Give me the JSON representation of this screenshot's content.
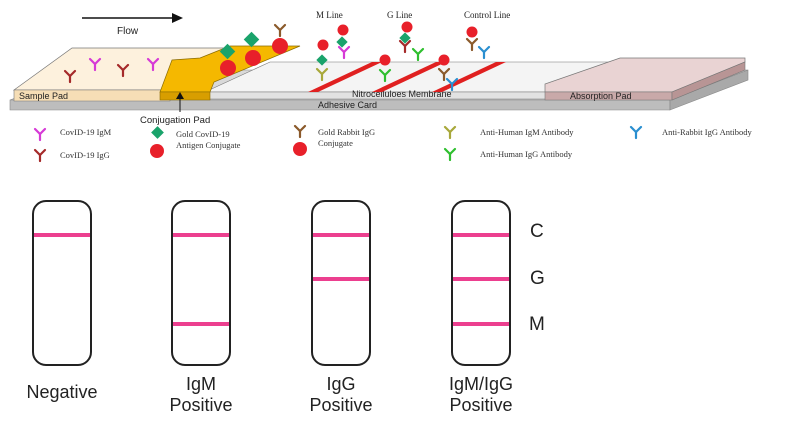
{
  "diagram": {
    "flow_label": "Flow",
    "pads": {
      "sample": "Sample Pad",
      "conjugation": "Conjugation Pad",
      "membrane": "Nitrocelluloes Membrane",
      "adhesive": "Adhesive Card",
      "absorption": "Absorption Pad"
    },
    "lines": {
      "m": "M Line",
      "g": "G Line",
      "control": "Control Line"
    },
    "colors": {
      "igm": "#d63ad6",
      "igg": "#a52a2a",
      "gold_antigen": "#1aa36b",
      "gold_rabbit_antibody": "#8b5a2b",
      "gold_sphere": "#e8202a",
      "anti_human_igm": "#a8a83a",
      "anti_human_igg": "#2fbf2f",
      "anti_rabbit_igg": "#2a8fd0",
      "conjugation_pad": "#f5b800",
      "test_line": "#e02020",
      "band": "#ec3f8f"
    }
  },
  "legend": {
    "covid_igm": "CovID-19  IgM",
    "covid_igg": "CovID-19  IgG",
    "gold_antigen_1": "Gold CovID-19",
    "gold_antigen_2": "Antigen Conjugate",
    "gold_rabbit_1": "Gold Rabbit IgG",
    "gold_rabbit_2": "Conjugate",
    "anti_human_igm": "Anti-Human IgM Antibody",
    "anti_human_igg": "Anti-Human IgG Antibody",
    "anti_rabbit_igg": "Anti-Rabbit IgG Antibody"
  },
  "strips": [
    {
      "label_1": "Negative",
      "label_2": "",
      "bands": [
        "C"
      ]
    },
    {
      "label_1": "IgM",
      "label_2": "Positive",
      "bands": [
        "C",
        "M"
      ]
    },
    {
      "label_1": "IgG",
      "label_2": "Positive",
      "bands": [
        "C",
        "G"
      ]
    },
    {
      "label_1": "IgM/IgG",
      "label_2": "Positive",
      "bands": [
        "C",
        "G",
        "M"
      ]
    }
  ],
  "band_labels": {
    "c": "C",
    "g": "G",
    "m": "M"
  }
}
